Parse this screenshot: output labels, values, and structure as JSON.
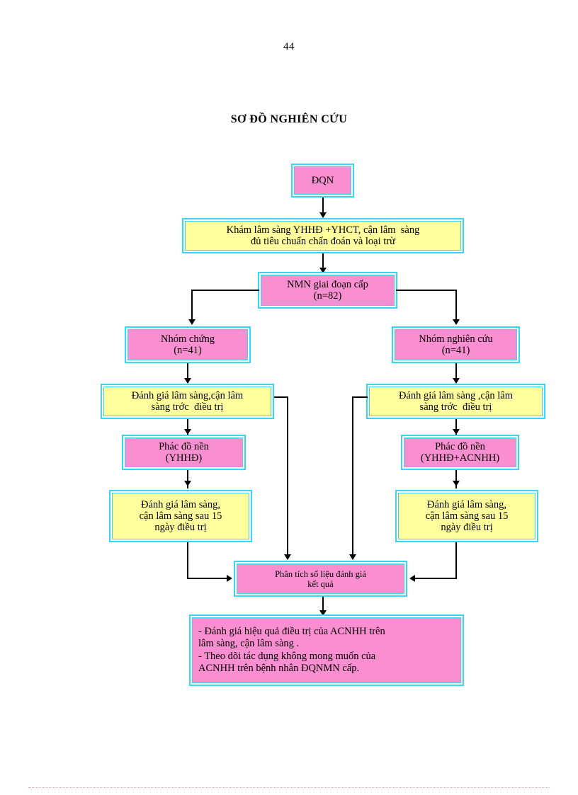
{
  "page": {
    "number": "44",
    "title": "SƠ ĐỒ NGHIÊN CỨU"
  },
  "colors": {
    "pink_fill": "#f98fd0",
    "yellow_fill": "#ffff9e",
    "box_border": "#38d6f2",
    "connector": "#000000",
    "footer_rule": "#f0a0a8"
  },
  "nodes": {
    "dqn": {
      "label": "ĐQN",
      "lines": [
        "ĐQN"
      ]
    },
    "screening": {
      "lines": [
        "Khám lâm sàng YHHĐ +YHCT, cận lâm  sàng",
        "đủ tiêu chuẩn chẩn đoán và loại trừ"
      ]
    },
    "acute_stage": {
      "lines": [
        "NMN giai đoạn cấp",
        "(n=82)"
      ]
    },
    "control_group": {
      "lines": [
        "Nhóm chứng",
        "(n=41)"
      ]
    },
    "study_group": {
      "lines": [
        "Nhóm nghiên cứu",
        "(n=41)"
      ]
    },
    "pre_eval_left": {
      "lines": [
        "Đánh giá lâm sàng,cận lâm",
        "sàng trớc  điều trị"
      ]
    },
    "pre_eval_right": {
      "lines": [
        "Đánh giá lâm sàng ,cận lâm",
        "sàng trớc  điều trị"
      ]
    },
    "regimen_left": {
      "lines": [
        "Phác đồ nền",
        "(YHHĐ)"
      ]
    },
    "regimen_right": {
      "lines": [
        "Phác đồ nền",
        "(YHHĐ+ACNHH)"
      ]
    },
    "post_eval_left": {
      "lines": [
        "Đánh giá lâm sàng,",
        "cận lâm sàng sau 15",
        "ngày điều trị"
      ]
    },
    "post_eval_right": {
      "lines": [
        "Đánh giá lâm sàng,",
        "cận lâm sàng sau 15",
        "ngày điều trị"
      ]
    },
    "analysis": {
      "lines": [
        "Phân tích số liệu đánh giá",
        "kết quả"
      ]
    },
    "conclusion": {
      "lines": [
        "- Đánh giá hiệu quả điều trị của ACNHH trên",
        "lâm sàng, cận lâm sàng .",
        "- Theo dõi tác dụng không mong muốn của",
        "ACNHH trên bệnh nhân ĐQNMN cấp."
      ]
    }
  }
}
